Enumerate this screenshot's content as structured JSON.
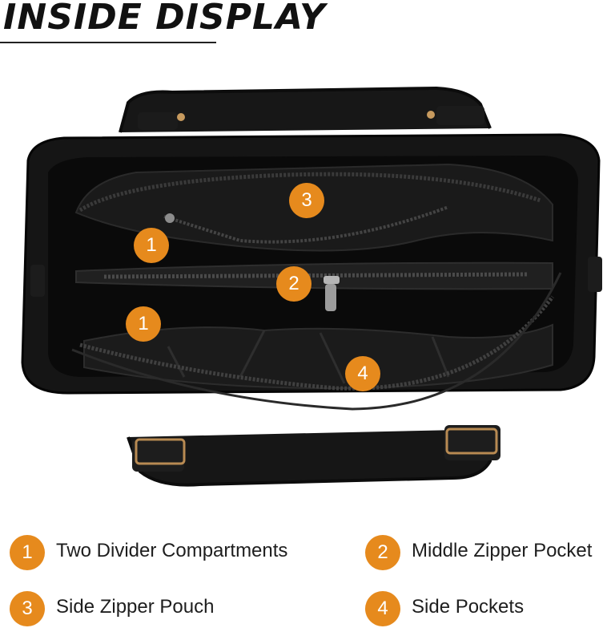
{
  "heading": "INSIDE DISPLAY",
  "accent_color": "#e68a1d",
  "photo_badges": [
    "3",
    "1",
    "2",
    "1",
    "4"
  ],
  "legend": [
    {
      "number": "1",
      "label": "Two Divider Compartments"
    },
    {
      "number": "2",
      "label": "Middle Zipper Pocket"
    },
    {
      "number": "3",
      "label": "Side Zipper Pouch"
    },
    {
      "number": "4",
      "label": "Side Pockets"
    }
  ]
}
